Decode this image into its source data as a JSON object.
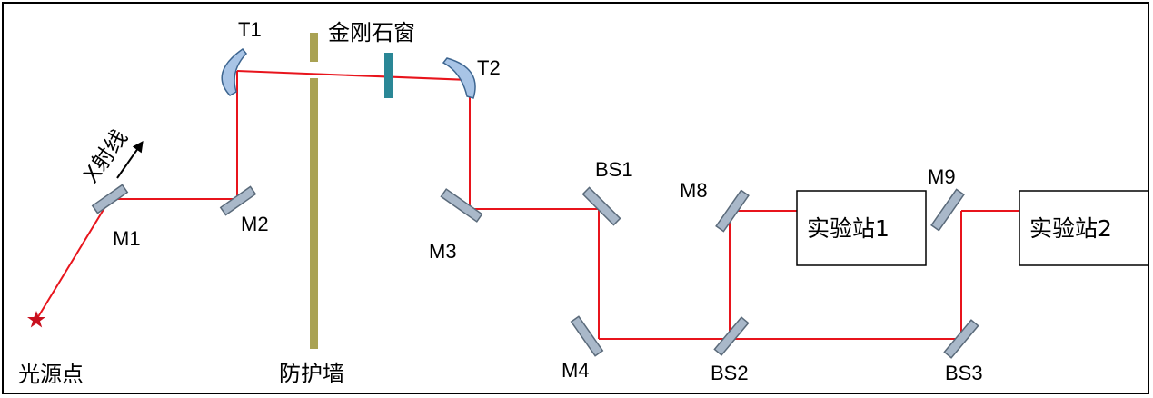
{
  "source_label": "光源点",
  "xray_label": "X射线",
  "wall_label": "防护墙",
  "window_label": "金刚石窗",
  "mirrors": {
    "m1": "M1",
    "m2": "M2",
    "m3": "M3",
    "m4": "M4",
    "m8": "M8",
    "m9": "M9",
    "t1": "T1",
    "t2": "T2"
  },
  "splitters": {
    "bs1": "BS1",
    "bs2": "BS2",
    "bs3": "BS3"
  },
  "stations": {
    "s1": "实验站1",
    "s2": "实验站2"
  },
  "colors": {
    "beam": "#e8141c",
    "mirror_fill": "#a9b8c9",
    "mirror_stroke": "#5a6a7a",
    "wall": "#a9a253",
    "window": "#2a8796",
    "toroid_fill": "#a8c4e6",
    "toroid_stroke": "#3d6590",
    "source": "#c8101e"
  }
}
